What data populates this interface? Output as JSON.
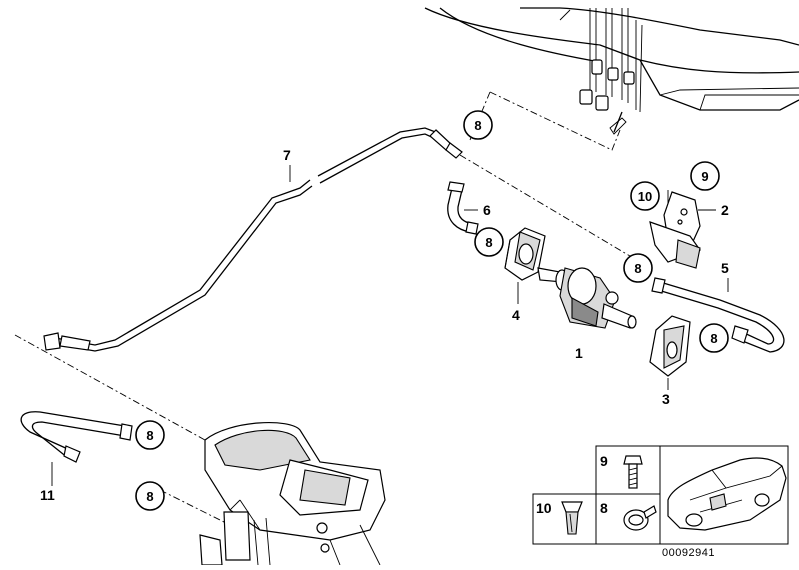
{
  "diagram": {
    "part_labels": {
      "p1": "1",
      "p2": "2",
      "p3": "3",
      "p4": "4",
      "p5": "5",
      "p6": "6",
      "p7": "7",
      "p11": "11"
    },
    "callouts": {
      "c8_top": "8",
      "c8_mid": "8",
      "c8_center": "8",
      "c8_right": "8",
      "c8_low1": "8",
      "c8_low2": "8",
      "c9": "9",
      "c10": "10"
    },
    "legend": {
      "item9": "9",
      "item10": "10",
      "item8": "8"
    },
    "reference_code": "00092941"
  }
}
